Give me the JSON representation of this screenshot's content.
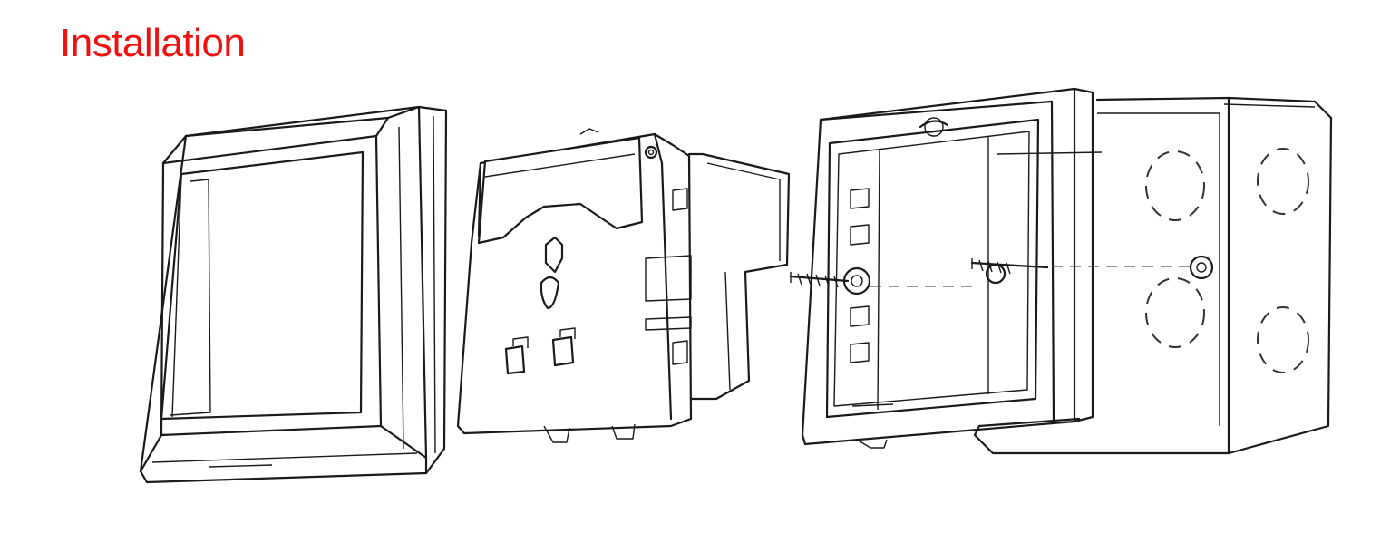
{
  "title": "Installation",
  "accent_color": "#ee1111",
  "line_color": "#1a1a1a",
  "parts": [
    {
      "name": "cover-frame"
    },
    {
      "name": "socket-module"
    },
    {
      "name": "mounting-frame"
    },
    {
      "name": "wall-box"
    }
  ]
}
